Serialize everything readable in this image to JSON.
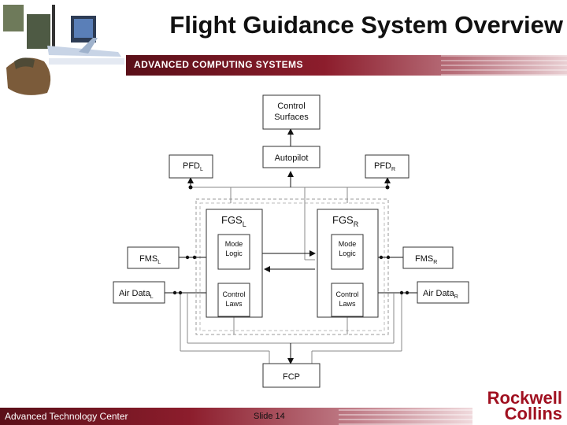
{
  "header": {
    "title": "Flight Guidance System Overview",
    "banner_text": "ADVANCED COMPUTING SYSTEMS"
  },
  "diagram": {
    "control_surfaces": [
      "Control",
      "Surfaces"
    ],
    "autopilot": "Autopilot",
    "pfd_left": {
      "main": "PFD",
      "sub": "L"
    },
    "pfd_right": {
      "main": "PFD",
      "sub": "R"
    },
    "fgs_left": {
      "main": "FGS",
      "sub": "L"
    },
    "fgs_right": {
      "main": "FGS",
      "sub": "R"
    },
    "mode_logic": [
      "Mode",
      "Logic"
    ],
    "control_laws": [
      "Control",
      "Laws"
    ],
    "fms_left": {
      "main": "FMS",
      "sub": "L"
    },
    "fms_right": {
      "main": "FMS",
      "sub": "R"
    },
    "air_data_left": {
      "main": "Air Data",
      "sub": "L"
    },
    "air_data_right": {
      "main": "Air Data",
      "sub": "R"
    },
    "fcp": "FCP"
  },
  "footer": {
    "left": "Advanced Technology Center",
    "slide": "Slide 14",
    "logo_line1": "Rockwell",
    "logo_line2": "Collins"
  },
  "colors": {
    "brand": "#8c1d2c",
    "logo": "#a01020"
  }
}
